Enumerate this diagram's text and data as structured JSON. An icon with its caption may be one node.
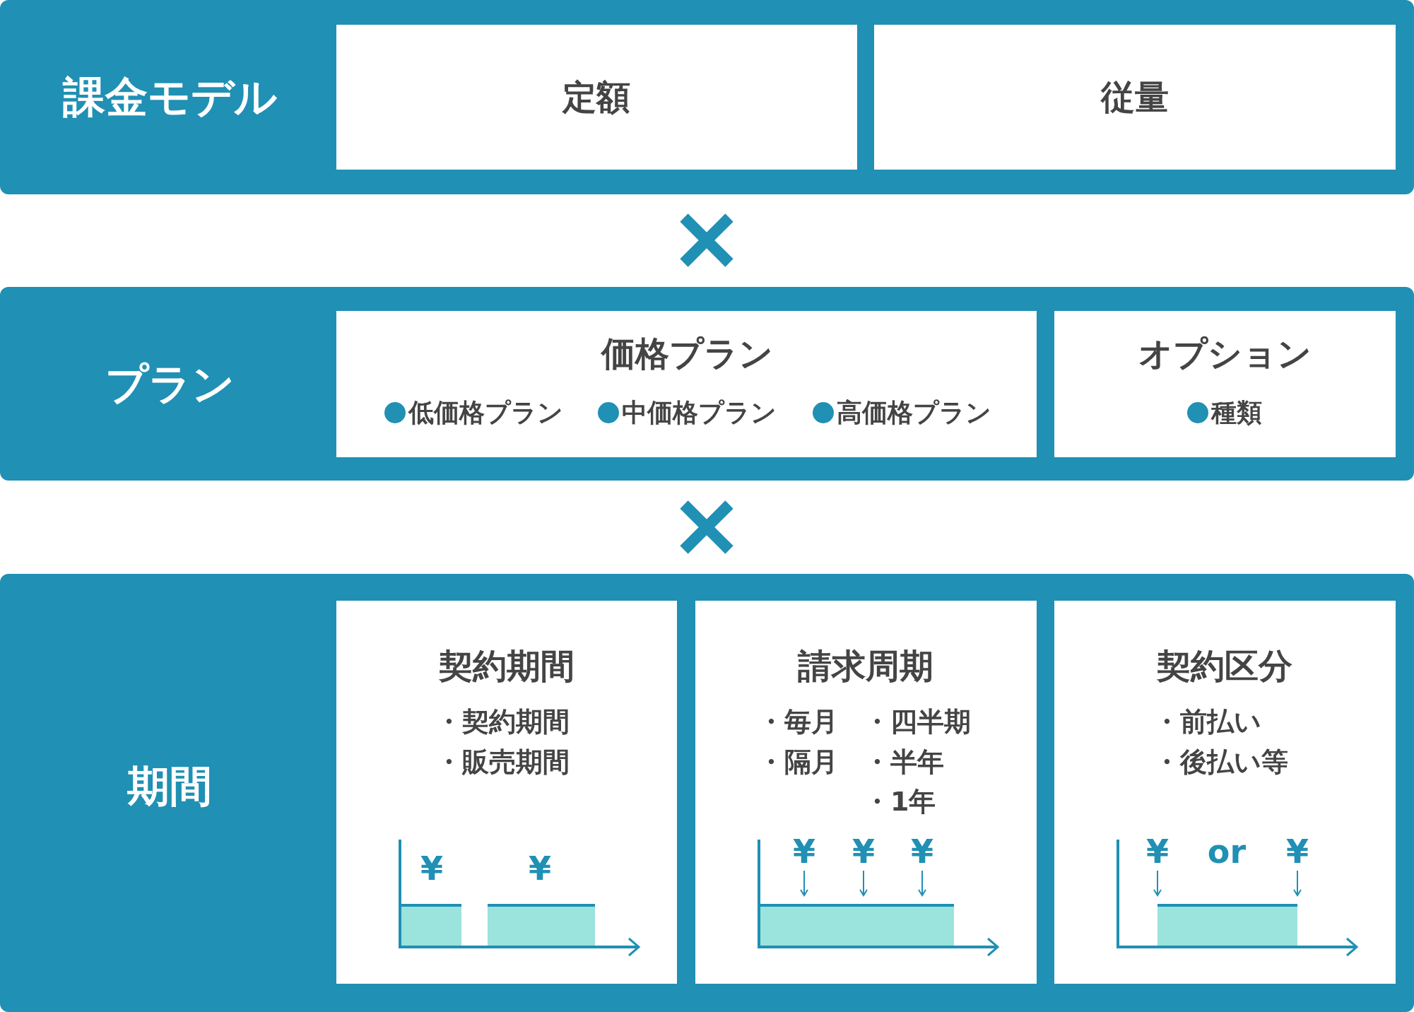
{
  "diagram": {
    "nodes": [
      {
        "text": [
          "課金モデル"
        ]
      },
      {
        "text": [
          "定額"
        ],
        "in": 0
      },
      {
        "text": [
          "従量"
        ],
        "in": 0
      },
      {
        "text": [
          "プラン"
        ]
      },
      {
        "text": [
          "価格プラン",
          "低価格プラン",
          "中価格プラン",
          "高価格プラン"
        ],
        "in": 3
      },
      {
        "text": [
          "オプション",
          "種類"
        ],
        "in": 3
      },
      {
        "text": [
          "期間"
        ]
      },
      {
        "text": [
          "契約期間",
          "・契約期間",
          "・販売期間"
        ],
        "in": 6
      },
      {
        "text": [
          "請求周期",
          "・毎月",
          "・四半期",
          "・隔月",
          "・半年",
          "・1年"
        ],
        "in": 6
      },
      {
        "text": [
          "契約区分",
          "・前払い",
          "・後払い等"
        ],
        "in": 6
      }
    ],
    "edges": [],
    "labels": [
      "¥",
      "¥",
      "¥",
      "¥",
      "¥",
      "¥",
      "or",
      "¥"
    ]
  }
}
